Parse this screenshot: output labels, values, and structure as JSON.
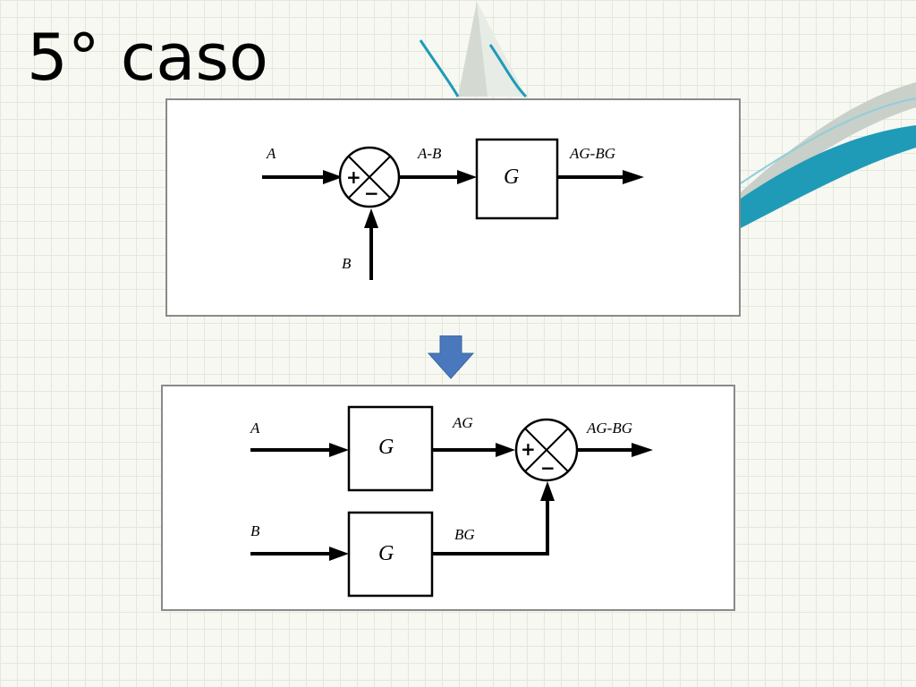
{
  "slide": {
    "title": "5° caso"
  },
  "diagram_before": {
    "input_a": "A",
    "input_b": "B",
    "sum_output": "A-B",
    "block": "G",
    "output": "AG-BG",
    "plus_sign": "+",
    "minus_sign": "−"
  },
  "diagram_after": {
    "input_a": "A",
    "input_b": "B",
    "block_top": "G",
    "block_bottom": "G",
    "signal_ag": "AG",
    "signal_bg": "BG",
    "output": "AG-BG",
    "plus_sign": "+",
    "minus_sign": "−"
  },
  "colors": {
    "accent_teal": "#1f9bb8",
    "arrow_blue": "#4a78bd",
    "diagram_ink": "#000000"
  }
}
